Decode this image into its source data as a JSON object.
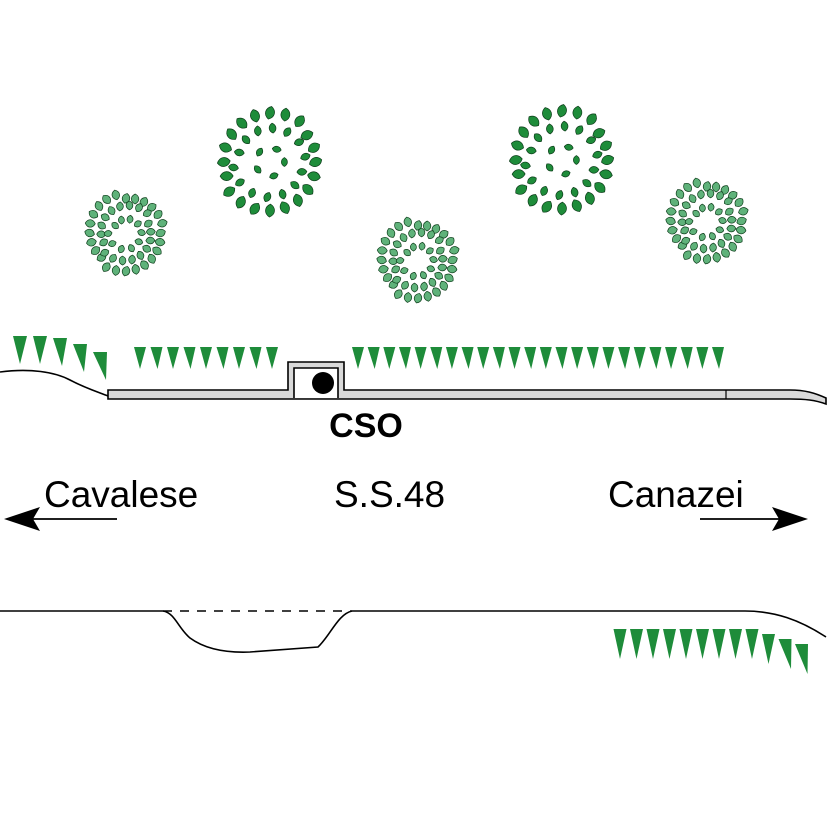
{
  "labels": {
    "cso": "CSO",
    "left_town": "Cavalese",
    "road": "S.S.48",
    "right_town": "Canazei"
  },
  "colors": {
    "tree_dark": "#1e8c3a",
    "tree_light": "#5fb27a",
    "grass": "#1e8c3a",
    "culvert": "#d9d9d9",
    "line": "#000000"
  },
  "icons": {
    "trees": "tree-canopy-icon",
    "grass": "grass-tuft-icon",
    "arrows": "arrow-icon",
    "cso": "cso-outlet-icon"
  }
}
